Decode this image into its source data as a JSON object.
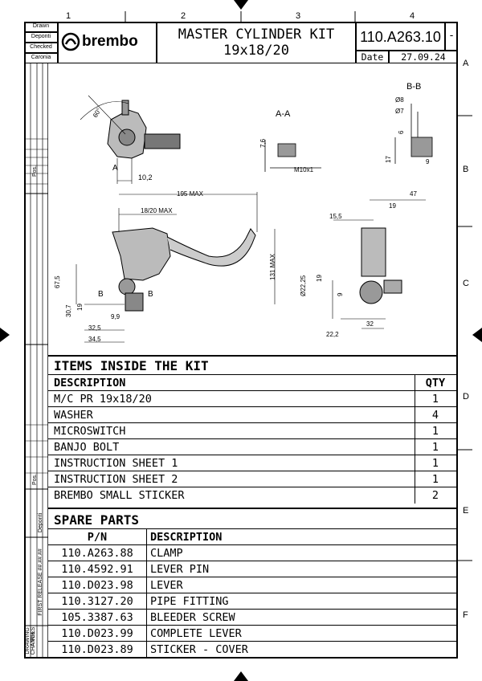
{
  "zones": {
    "columns": [
      "1",
      "2",
      "3",
      "4"
    ],
    "rows": [
      "A",
      "B",
      "C",
      "D",
      "E",
      "F"
    ]
  },
  "title_block": {
    "labels": [
      "Drawn",
      "Deponti",
      "Checked",
      "Caronia"
    ],
    "logo": "brembo",
    "title_line1": "MASTER CYLINDER KIT",
    "title_line2": "19x18/20",
    "part_number": "110.A263.10",
    "revision": "-",
    "date_label": "Date",
    "date_value": "27.09.24"
  },
  "drawing": {
    "section_aa": "A-A",
    "section_bb": "B-B",
    "section_a_mark": "A",
    "section_b_mark1": "B",
    "section_b_mark2": "B",
    "dims": {
      "angle": "60°",
      "d10_2": "10,2",
      "d7_6": "7,6",
      "m10": "M10x1",
      "d8": "Ø8",
      "d7": "Ø7",
      "d6": "6",
      "d17": "17",
      "d9": "9",
      "d195": "195 MAX",
      "d18_20": "18/20 MAX",
      "d131": "131 MAX",
      "d67_5": "67,5",
      "d30_7": "30,7",
      "d19a": "19",
      "d9_9": "9,9",
      "d32_5": "32,5",
      "d34_5": "34,5",
      "d47": "47",
      "d19b": "19",
      "d15_5": "15,5",
      "d22_25": "Ø22,25",
      "d19c": "19",
      "d9b": "9",
      "d22_2": "22,2",
      "d32": "32"
    }
  },
  "side_strip": {
    "pos1": "Pos.",
    "pos2": "Pos.",
    "deponti": "Deponti",
    "release": "FIRST RELEASE ##.##.##",
    "a_pos": "A Pos.",
    "drawing_changes": "DRAWING CHANGES"
  },
  "kit": {
    "heading": "ITEMS INSIDE THE KIT",
    "col_description": "DESCRIPTION",
    "col_qty": "QTY",
    "items": [
      {
        "desc": "M/C PR 19x18/20",
        "qty": "1"
      },
      {
        "desc": "WASHER",
        "qty": "4"
      },
      {
        "desc": "MICROSWITCH",
        "qty": "1"
      },
      {
        "desc": "BANJO BOLT",
        "qty": "1"
      },
      {
        "desc": "INSTRUCTION SHEET 1",
        "qty": "1"
      },
      {
        "desc": "INSTRUCTION SHEET 2",
        "qty": "1"
      },
      {
        "desc": "BREMBO SMALL STICKER",
        "qty": "2"
      }
    ]
  },
  "spare": {
    "heading": "SPARE PARTS",
    "col_pn": "P/N",
    "col_description": "DESCRIPTION",
    "items": [
      {
        "pn": "110.A263.88",
        "desc": "CLAMP"
      },
      {
        "pn": "110.4592.91",
        "desc": "LEVER PIN"
      },
      {
        "pn": "110.D023.98",
        "desc": "LEVER"
      },
      {
        "pn": "110.3127.20",
        "desc": "PIPE FITTING"
      },
      {
        "pn": "105.3387.63",
        "desc": "BLEEDER SCREW"
      },
      {
        "pn": "110.D023.99",
        "desc": "COMPLETE LEVER"
      },
      {
        "pn": "110.D023.89",
        "desc": "STICKER - COVER"
      }
    ]
  }
}
